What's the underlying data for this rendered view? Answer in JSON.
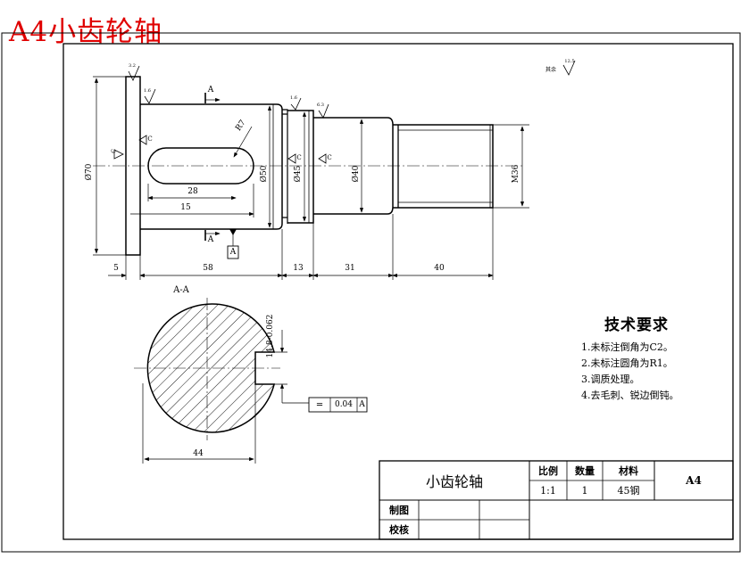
{
  "header": {
    "title": "A4小齿轮轴"
  },
  "drawing": {
    "section_label": "A-A",
    "section_marks": [
      "A",
      "A"
    ],
    "datum": "A",
    "dims": {
      "d70": "Ø70",
      "d50": "Ø50",
      "d45": "Ø45",
      "d40": "Ø40",
      "m36": "M36",
      "l5": "5",
      "l58": "58",
      "l13": "13",
      "l31": "31",
      "l40": "40",
      "keyway_len": "28",
      "keyway_pos": "15",
      "radius": "R7",
      "key_depth": "14.8-0.062",
      "width44": "44"
    },
    "tolerance": {
      "symbol": "═",
      "value": "0.04",
      "datum": "A"
    },
    "roughness": [
      "3.2",
      "1.6",
      "1.6",
      "6.3",
      "12.5"
    ],
    "rough_other_label": "其余",
    "chamfer_flags": [
      "C",
      "C",
      "C",
      "C"
    ]
  },
  "tech_requirements": {
    "title": "技术要求",
    "items": [
      "1.未标注倒角为C2。",
      "2.未标注圆角为R1。",
      "3.调质处理。",
      "4.去毛刺、锐边倒钝。"
    ]
  },
  "title_block": {
    "part_name": "小齿轮轴",
    "scale_label": "比例",
    "qty_label": "数量",
    "material_label": "材料",
    "scale": "1:1",
    "qty": "1",
    "material": "45钢",
    "sheet_size": "A4",
    "drawn_label": "制图",
    "checked_label": "校核"
  }
}
